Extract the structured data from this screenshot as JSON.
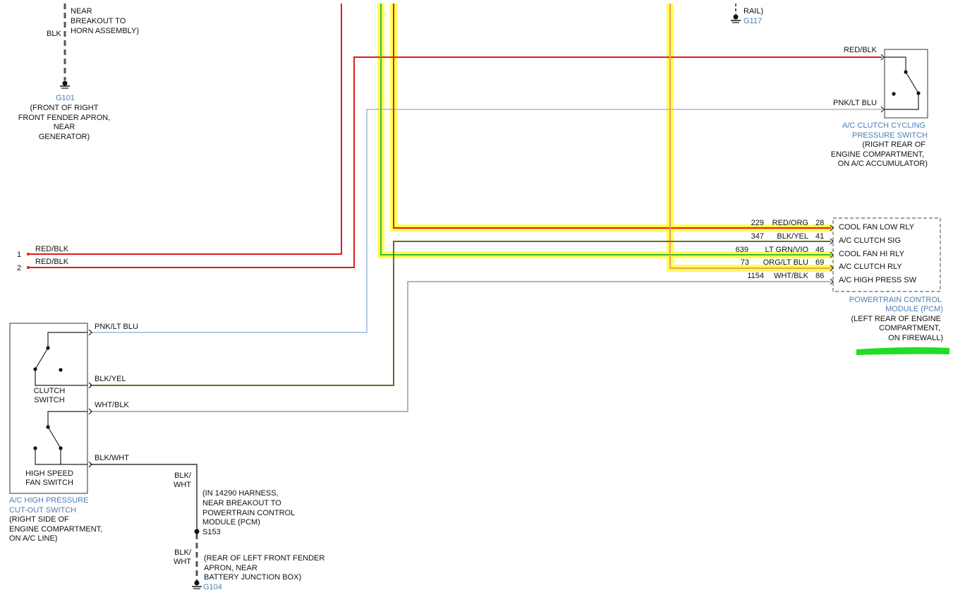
{
  "colors": {
    "red": "#e01b1b",
    "pink_lt_blu": "#b8c8e6",
    "blk_yel": "#6b6b2a",
    "lt_grn_vio": "#3db83d",
    "org_lt_blu": "#eaa060",
    "wht_blk": "#b5b5b5",
    "highlight": "#ffff33",
    "marker": "#22dd22",
    "ref_text": "#4a7fb5"
  },
  "top_left": {
    "lines": [
      "NEAR",
      "BREAKOUT TO",
      "HORN ASSEMBLY)"
    ],
    "wire": "BLK",
    "ground_id": "G101",
    "ground_desc": [
      "(FRONT OF RIGHT",
      "FRONT FENDER APRON,",
      "NEAR",
      "GENERATOR)"
    ]
  },
  "top_right": {
    "lines": [
      "RAIL)"
    ],
    "ground_id": "G117"
  },
  "pressure_switch": {
    "wire_top": "RED/BLK",
    "wire_bottom": "PNK/LT BLU",
    "name": [
      "A/C CLUTCH CYCLING",
      "PRESSURE SWITCH"
    ],
    "location": [
      "(RIGHT REAR OF",
      "ENGINE COMPARTMENT,",
      "ON A/C ACCUMULATOR)"
    ]
  },
  "pcm": {
    "name": [
      "POWERTRAIN CONTROL",
      "MODULE (PCM)"
    ],
    "location": [
      "(LEFT REAR OF ENGINE",
      "COMPARTMENT,",
      "ON FIREWALL)"
    ],
    "pins": [
      {
        "circuit": "229",
        "wire": "RED/ORG",
        "pin": "28",
        "label": "COOL FAN LOW RLY"
      },
      {
        "circuit": "347",
        "wire": "BLK/YEL",
        "pin": "41",
        "label": "A/C CLUTCH SIG"
      },
      {
        "circuit": "639",
        "wire": "LT GRN/VIO",
        "pin": "46",
        "label": "COOL FAN HI RLY"
      },
      {
        "circuit": "73",
        "wire": "ORG/LT BLU",
        "pin": "69",
        "label": "A/C CLUTCH RLY"
      },
      {
        "circuit": "1154",
        "wire": "WHT/BLK",
        "pin": "86",
        "label": "A/C HIGH PRESS SW"
      }
    ]
  },
  "left_inputs": [
    {
      "num": "1",
      "wire": "RED/BLK"
    },
    {
      "num": "2",
      "wire": "RED/BLK"
    }
  ],
  "hp_switch": {
    "wires": [
      "PNK/LT BLU",
      "BLK/YEL",
      "WHT/BLK",
      "BLK/WHT"
    ],
    "clutch_label": [
      "CLUTCH",
      "SWITCH"
    ],
    "fan_label": [
      "HIGH SPEED",
      "FAN SWITCH"
    ],
    "name": [
      "A/C HIGH PRESSURE",
      "CUT-OUT SWITCH"
    ],
    "location": [
      "(RIGHT SIDE OF",
      "ENGINE COMPARTMENT,",
      "ON A/C LINE)"
    ]
  },
  "splice": {
    "wire_upper": [
      "BLK/",
      "WHT"
    ],
    "upper_desc": [
      "(IN 14290 HARNESS,",
      "NEAR BREAKOUT TO",
      "POWERTRAIN CONTROL",
      "MODULE (PCM)"
    ],
    "id": "S153",
    "wire_lower": [
      "BLK/",
      "WHT"
    ],
    "lower_desc": [
      "(REAR OF LEFT FRONT FENDER",
      "APRON, NEAR",
      "BATTERY JUNCTION BOX)"
    ],
    "ground_id": "G104"
  }
}
